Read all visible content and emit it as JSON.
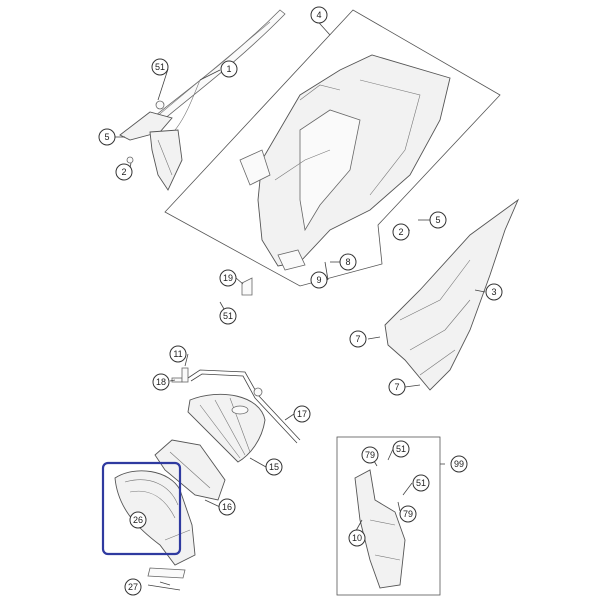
{
  "diagram": {
    "highlight_color": "#2f3aa0",
    "callouts": {
      "c1": "1",
      "c2a": "2",
      "c2b": "2",
      "c3": "3",
      "c4": "4",
      "c5a": "5",
      "c5b": "5",
      "c7a": "7",
      "c7b": "7",
      "c8": "8",
      "c9": "9",
      "c10": "10",
      "c11": "11",
      "c15": "15",
      "c16": "16",
      "c17": "17",
      "c18": "18",
      "c19": "19",
      "c26": "26",
      "c27": "27",
      "c51a": "51",
      "c51b": "51",
      "c51c": "51",
      "c51d": "51",
      "c79a": "79",
      "c79b": "79",
      "c99": "99"
    }
  }
}
